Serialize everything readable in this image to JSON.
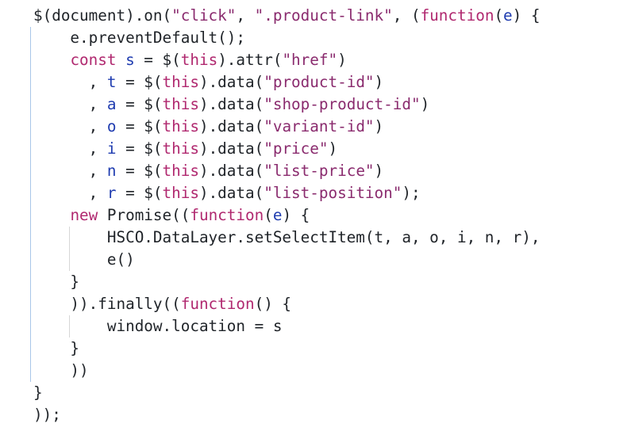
{
  "theme": {
    "background": "#ffffff",
    "text": "#1f2328",
    "keyword": "#b0286f",
    "string": "#8a2b6e",
    "identifier": "#1f3cb0",
    "punctuation": "#1f2328",
    "guide_outer": "#a9c6e8",
    "guide_inner": "#d6d6d6"
  },
  "code": {
    "language": "javascript",
    "lines": [
      [
        {
          "t": "$(document).on(",
          "c": "p"
        },
        {
          "t": "\"click\"",
          "c": "s"
        },
        {
          "t": ", ",
          "c": "p"
        },
        {
          "t": "\".product-link\"",
          "c": "s"
        },
        {
          "t": ", (",
          "c": "p"
        },
        {
          "t": "function",
          "c": "k"
        },
        {
          "t": "(",
          "c": "p"
        },
        {
          "t": "e",
          "c": "i"
        },
        {
          "t": ") {",
          "c": "p"
        }
      ],
      [
        {
          "t": "    e.preventDefault();",
          "c": "p"
        }
      ],
      [
        {
          "t": "    ",
          "c": "p"
        },
        {
          "t": "const",
          "c": "k"
        },
        {
          "t": " ",
          "c": "p"
        },
        {
          "t": "s",
          "c": "i"
        },
        {
          "t": " = $(",
          "c": "p"
        },
        {
          "t": "this",
          "c": "k"
        },
        {
          "t": ").attr(",
          "c": "p"
        },
        {
          "t": "\"href\"",
          "c": "s"
        },
        {
          "t": ")",
          "c": "p"
        }
      ],
      [
        {
          "t": "      , ",
          "c": "p"
        },
        {
          "t": "t",
          "c": "i"
        },
        {
          "t": " = $(",
          "c": "p"
        },
        {
          "t": "this",
          "c": "k"
        },
        {
          "t": ").data(",
          "c": "p"
        },
        {
          "t": "\"product-id\"",
          "c": "s"
        },
        {
          "t": ")",
          "c": "p"
        }
      ],
      [
        {
          "t": "      , ",
          "c": "p"
        },
        {
          "t": "a",
          "c": "i"
        },
        {
          "t": " = $(",
          "c": "p"
        },
        {
          "t": "this",
          "c": "k"
        },
        {
          "t": ").data(",
          "c": "p"
        },
        {
          "t": "\"shop-product-id\"",
          "c": "s"
        },
        {
          "t": ")",
          "c": "p"
        }
      ],
      [
        {
          "t": "      , ",
          "c": "p"
        },
        {
          "t": "o",
          "c": "i"
        },
        {
          "t": " = $(",
          "c": "p"
        },
        {
          "t": "this",
          "c": "k"
        },
        {
          "t": ").data(",
          "c": "p"
        },
        {
          "t": "\"variant-id\"",
          "c": "s"
        },
        {
          "t": ")",
          "c": "p"
        }
      ],
      [
        {
          "t": "      , ",
          "c": "p"
        },
        {
          "t": "i",
          "c": "i"
        },
        {
          "t": " = $(",
          "c": "p"
        },
        {
          "t": "this",
          "c": "k"
        },
        {
          "t": ").data(",
          "c": "p"
        },
        {
          "t": "\"price\"",
          "c": "s"
        },
        {
          "t": ")",
          "c": "p"
        }
      ],
      [
        {
          "t": "      , ",
          "c": "p"
        },
        {
          "t": "n",
          "c": "i"
        },
        {
          "t": " = $(",
          "c": "p"
        },
        {
          "t": "this",
          "c": "k"
        },
        {
          "t": ").data(",
          "c": "p"
        },
        {
          "t": "\"list-price\"",
          "c": "s"
        },
        {
          "t": ")",
          "c": "p"
        }
      ],
      [
        {
          "t": "      , ",
          "c": "p"
        },
        {
          "t": "r",
          "c": "i"
        },
        {
          "t": " = $(",
          "c": "p"
        },
        {
          "t": "this",
          "c": "k"
        },
        {
          "t": ").data(",
          "c": "p"
        },
        {
          "t": "\"list-position\"",
          "c": "s"
        },
        {
          "t": ");",
          "c": "p"
        }
      ],
      [
        {
          "t": "    ",
          "c": "p"
        },
        {
          "t": "new",
          "c": "k"
        },
        {
          "t": " Promise((",
          "c": "p"
        },
        {
          "t": "function",
          "c": "k"
        },
        {
          "t": "(",
          "c": "p"
        },
        {
          "t": "e",
          "c": "i"
        },
        {
          "t": ") {",
          "c": "p"
        }
      ],
      [
        {
          "t": "        HSCO.DataLayer.setSelectItem(t, a, o, i, n, r),",
          "c": "p"
        }
      ],
      [
        {
          "t": "        e()",
          "c": "p"
        }
      ],
      [
        {
          "t": "    }",
          "c": "p"
        }
      ],
      [
        {
          "t": "    )).finally((",
          "c": "p"
        },
        {
          "t": "function",
          "c": "k"
        },
        {
          "t": "() {",
          "c": "p"
        }
      ],
      [
        {
          "t": "        window.location = s",
          "c": "p"
        }
      ],
      [
        {
          "t": "    }",
          "c": "p"
        }
      ],
      [
        {
          "t": "    ))",
          "c": "p"
        }
      ],
      [
        {
          "t": "}",
          "c": "p"
        }
      ],
      [
        {
          "t": "));",
          "c": "p"
        }
      ]
    ]
  }
}
